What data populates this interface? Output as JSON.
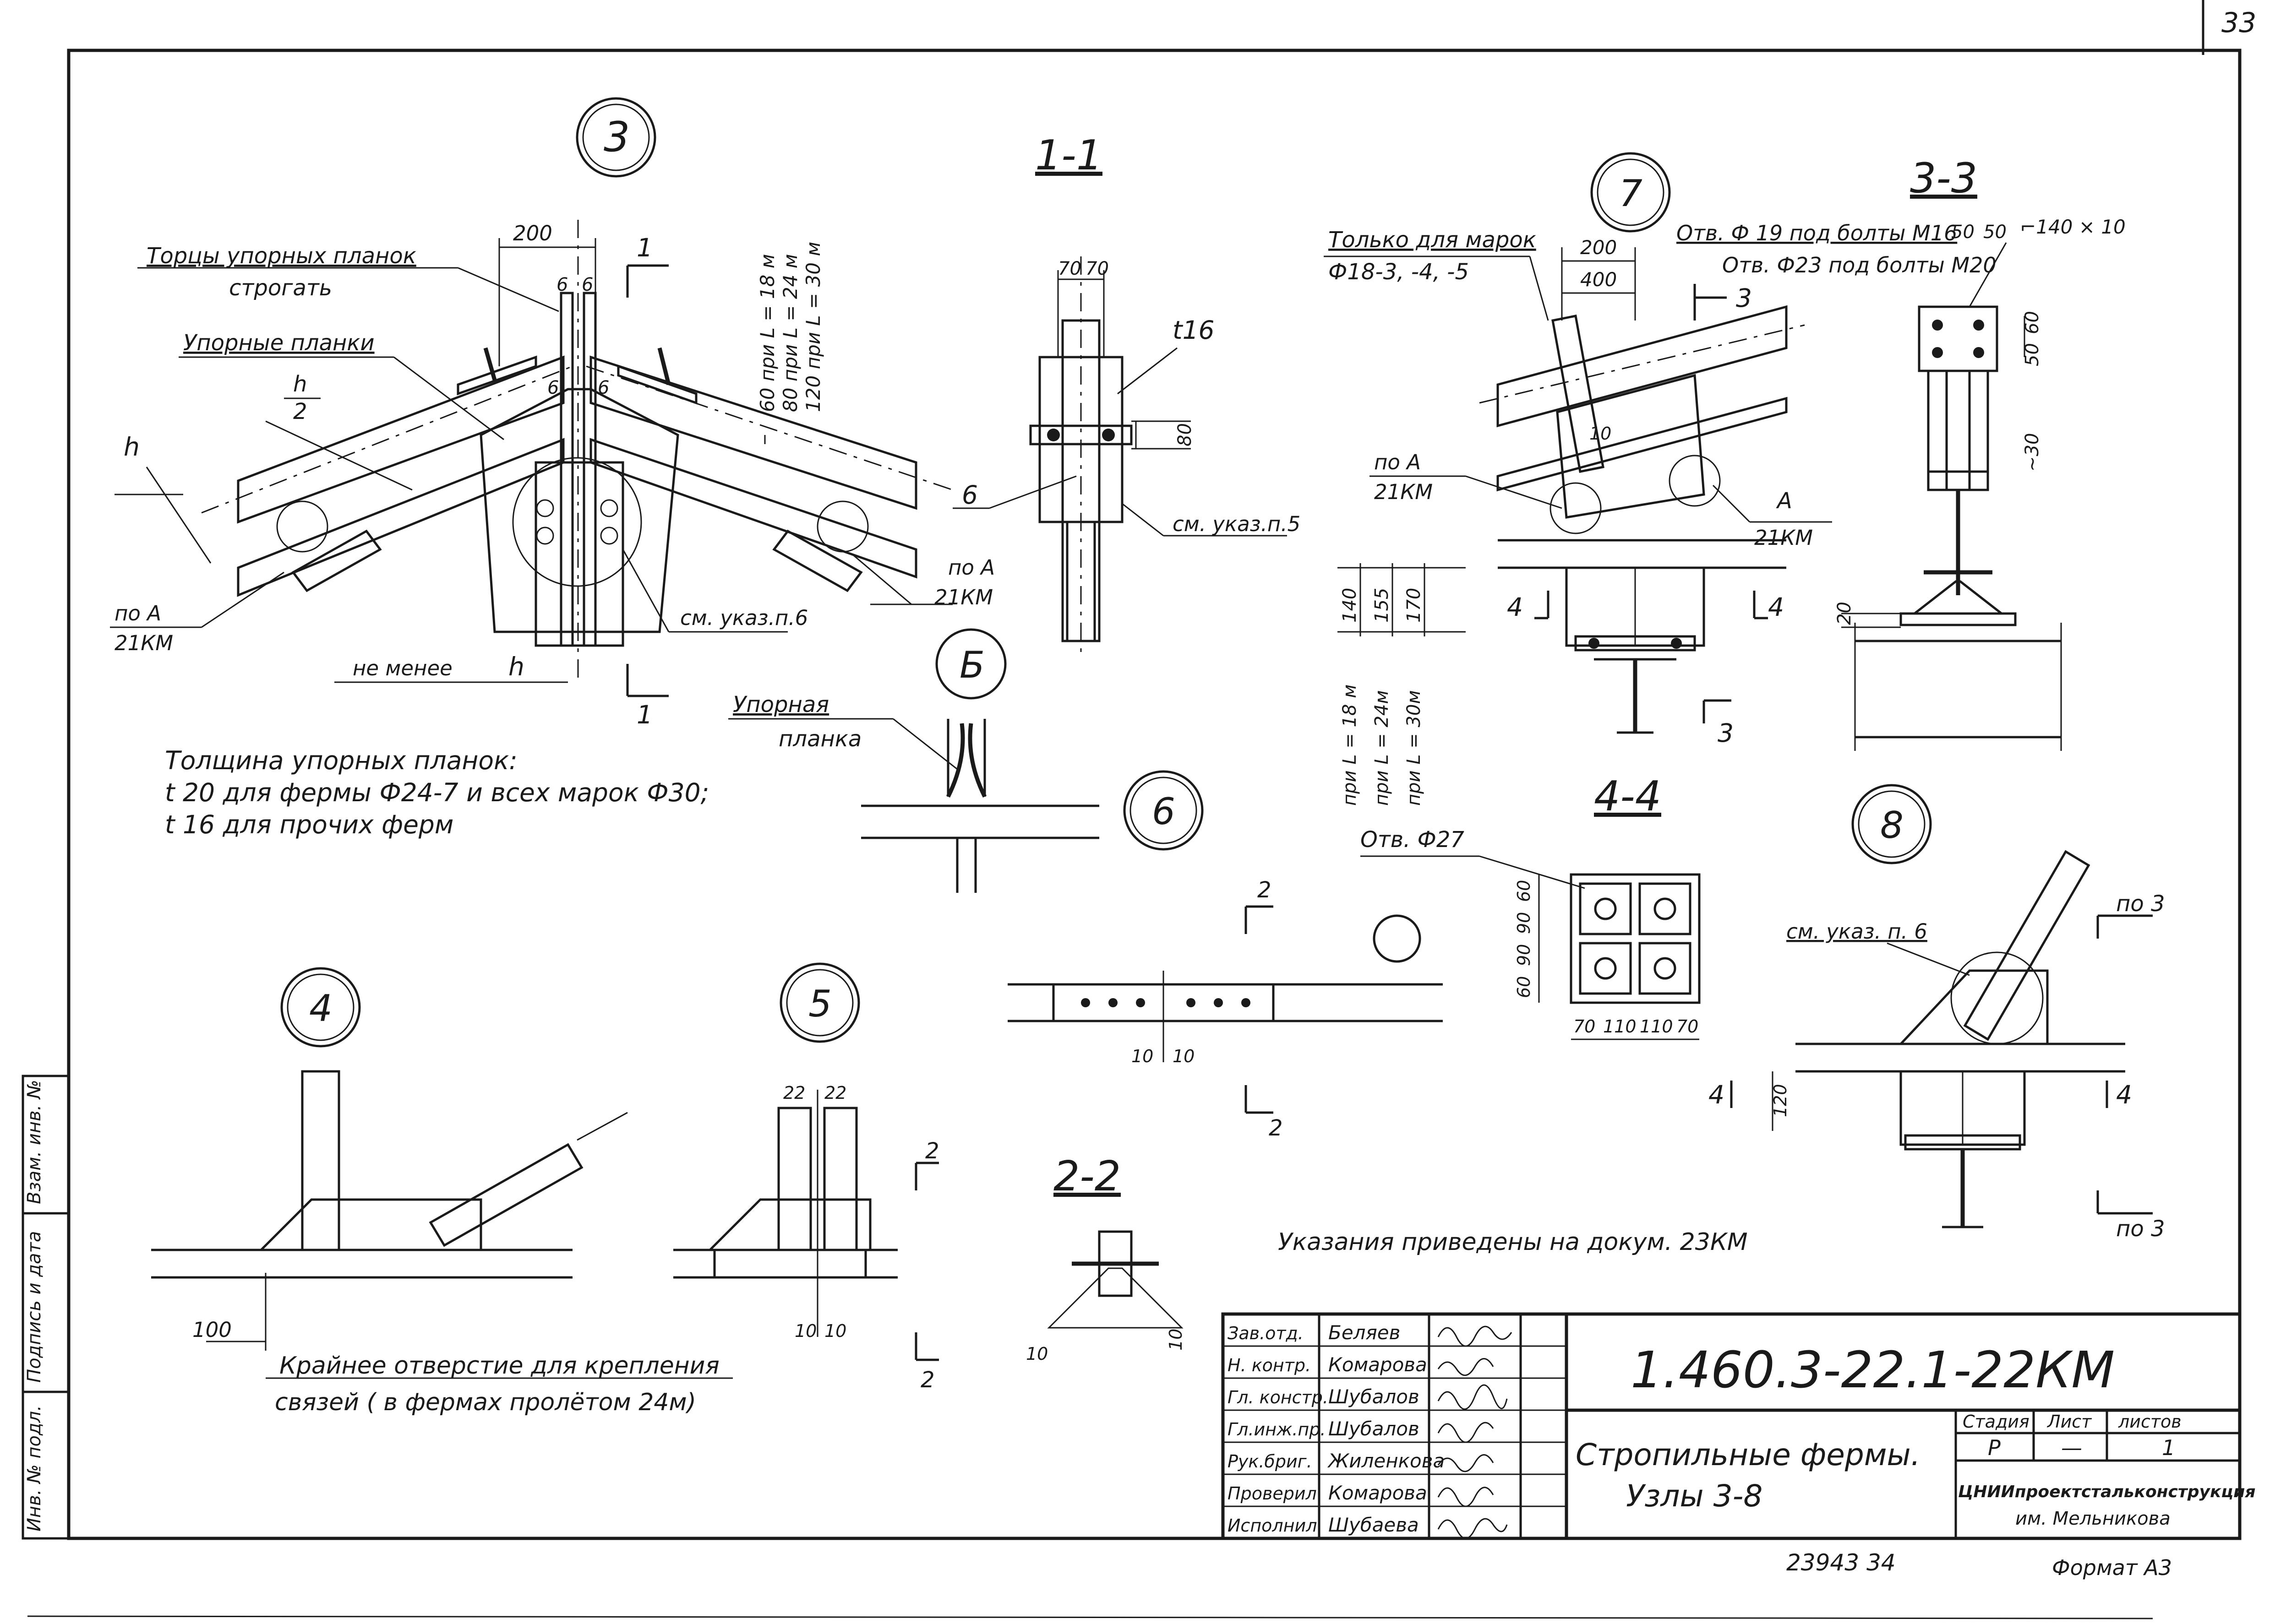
{
  "sheet_number": "33",
  "nodes": {
    "n3": "3",
    "n4": "4",
    "n5": "5",
    "n6a": "6",
    "n6b": "6",
    "n7": "7",
    "n8": "8",
    "nB": "Б"
  },
  "sections": {
    "s11": "1-1",
    "s22": "2-2",
    "s33": "3-3",
    "s44": "4-4"
  },
  "node3": {
    "label_tortsy_1": "Торцы упорных планок",
    "label_tortsy_2": "строгать",
    "label_uporn": "Упорные планки",
    "h_frac_top": "h",
    "h_frac_bot": "2",
    "h_left": "h",
    "dim_200": "200",
    "dim_6a": "6",
    "dim_6b": "6",
    "dim_6c": "6",
    "dim_6d": "6",
    "po_a_1": "по А",
    "po_a_2": "21КМ",
    "po_a_3": "по А",
    "po_a_4": "21КМ",
    "sm_ukaz_6": "см. указ.п.6",
    "ne_menee": "не менее",
    "ne_menee_h": "h",
    "cut_1a": "1",
    "cut_1b": "1",
    "gap_60": "60  при L = 18 м",
    "gap_80": "80  при L = 24 м",
    "gap_120": "120 при L = 30 м"
  },
  "section11": {
    "dim_70a": "70",
    "dim_70b": "70",
    "t16": "t16",
    "dim_80": "80",
    "call_6": "6",
    "sm_ukaz_5": "см. указ.п.5"
  },
  "thickness_note": {
    "line1": "Толщина упорных планок:",
    "line2": "t 20  для  фермы  Ф24-7  и всех  марок Ф30;",
    "line3": "t 16  для  прочих  ферм"
  },
  "nodeB": {
    "label_1": "Упорная",
    "label_2": "планка"
  },
  "node7": {
    "only_1": "Только для марок",
    "only_2": "Ф18-3, -4, -5",
    "dim_200": "200",
    "dim_400": "400",
    "cut_3": "3",
    "cut_3b": "3",
    "dim_10": "10",
    "po_a_l": "по А",
    "po_a_l2": "21КМ",
    "a_r": "А",
    "a_r2": "21КМ",
    "v140": "140",
    "v155": "155",
    "v170": "170",
    "pri18": "при  L = 18 м",
    "pri24": "при  L = 24м",
    "pri30": "при  L = 30м",
    "cut4a": "4",
    "cut4b": "4"
  },
  "section33": {
    "otv1": "Отв. Ф 19 под болты М16",
    "otv2": "Отв. Ф23 под болты М20",
    "d50a": "50",
    "d50b": "50",
    "angle": "⌐140 × 10",
    "d60": "60",
    "d50c": "50",
    "d30": "~30",
    "d20": "20"
  },
  "section44": {
    "otv": "Отв. Ф27",
    "v60a": "60",
    "v90a": "90",
    "v90b": "90",
    "v60b": "60",
    "h70a": "70",
    "h110a": "110",
    "h110b": "110",
    "h70b": "70"
  },
  "node8": {
    "sm_ukaz_6": "см. указ. п. 6",
    "po3_top": "по 3",
    "po3_bot": "по 3",
    "cut4a": "4",
    "cut4b": "4",
    "d120": "120"
  },
  "node4": {
    "dim_100": "100",
    "note_1": "Крайнее  отверстие  для  крепления",
    "note_2": "связей ( в  фермах    пролётом 24м)"
  },
  "node5": {
    "d22a": "22",
    "d22b": "22",
    "d10a": "10",
    "d10b": "10",
    "cut2": "2",
    "cut2b": "2"
  },
  "section22_detail": {
    "cut2a": "2",
    "cut2b": "2",
    "d10a": "10",
    "d10b": "10"
  },
  "section22": {
    "d10a": "10",
    "d10b": "10"
  },
  "ukazaniya": "Указания  приведены  на  докум. 23КМ",
  "title_block": {
    "doc_code": "1.460.3-22.1-22КМ",
    "title_1": "Стропильные фермы.",
    "title_2": "Узлы 3-8",
    "stage_h": "Стадия",
    "sheet_h": "Лист",
    "sheets_h": "листов",
    "stage_v": "Р",
    "sheet_v": "—",
    "sheets_v": "1",
    "org_1": "ЦНИИпроектстальконструкция",
    "org_2": "им. Мельникова",
    "roles": [
      {
        "role": "Зав.отд.",
        "name": "Беляев"
      },
      {
        "role": "Н. контр.",
        "name": "Комарова"
      },
      {
        "role": "Гл. констр.",
        "name": "Шубалов"
      },
      {
        "role": "Гл.инж.пр.",
        "name": "Шубалов"
      },
      {
        "role": "Рук.бриг.",
        "name": "Жиленкова"
      },
      {
        "role": "Проверил",
        "name": "Комарова"
      },
      {
        "role": "Исполнил",
        "name": "Шубаева"
      }
    ],
    "bottom_num": "23943   34",
    "format": "Формат А3"
  },
  "side_stamp": {
    "inv_podl": "Инв. № подл.",
    "podp_data": "Подпись и дата",
    "vzam_inv": "Взам. инв. №"
  }
}
